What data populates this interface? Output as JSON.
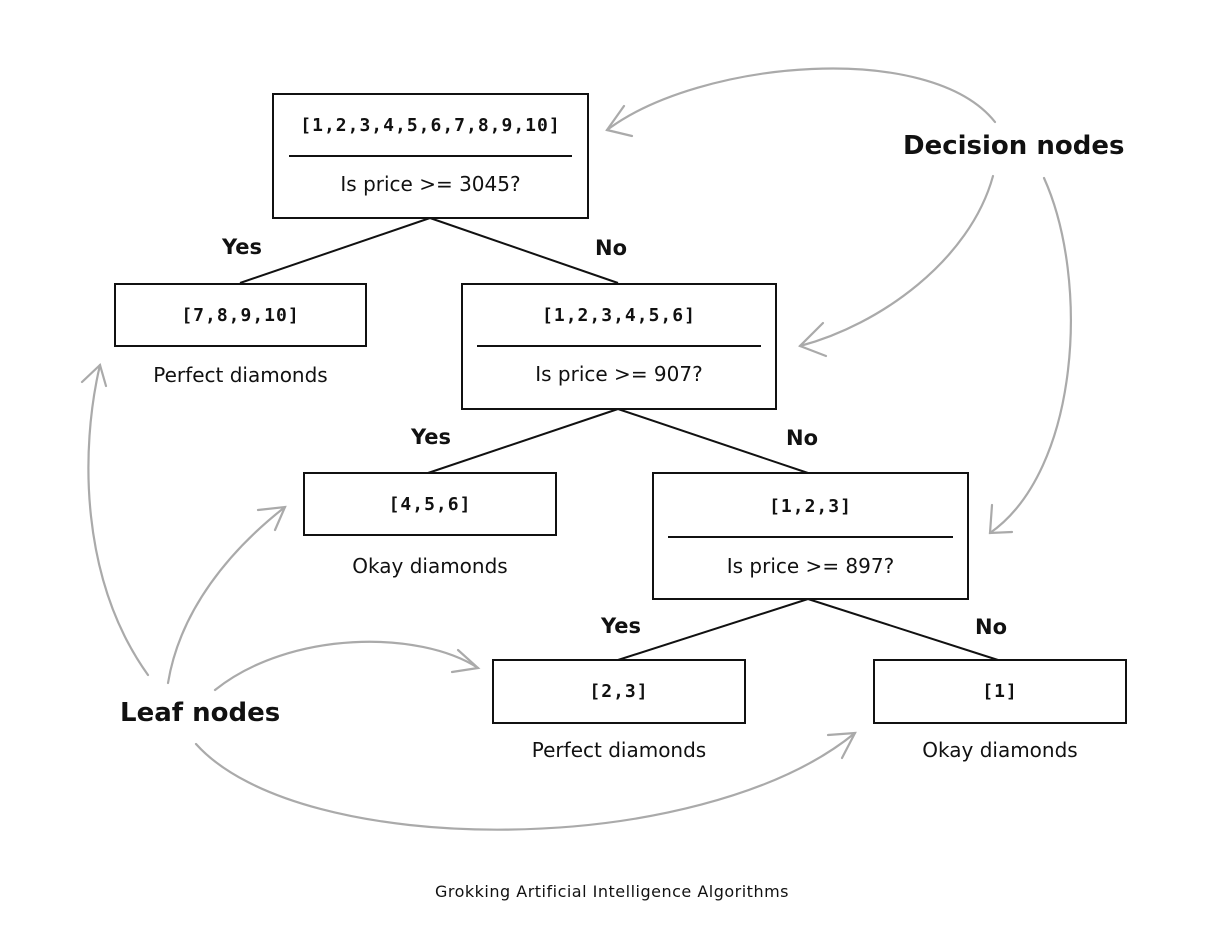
{
  "root": {
    "data": "[1,2,3,4,5,6,7,8,9,10]",
    "question": "Is price >= 3045?"
  },
  "node_yes1": {
    "data": "[7,8,9,10]",
    "label": "Perfect diamonds"
  },
  "node_no1": {
    "data": "[1,2,3,4,5,6]",
    "question": "Is price >= 907?"
  },
  "node_yes2": {
    "data": "[4,5,6]",
    "label": "Okay diamonds"
  },
  "node_no2": {
    "data": "[1,2,3]",
    "question": "Is price >= 897?"
  },
  "node_yes3": {
    "data": "[2,3]",
    "label": "Perfect diamonds"
  },
  "node_no3": {
    "data": "[1]",
    "label": "Okay diamonds"
  },
  "branches": {
    "yes": "Yes",
    "no": "No"
  },
  "callouts": {
    "decision": "Decision nodes",
    "leaf": "Leaf nodes"
  },
  "footer": "Grokking Artificial Intelligence Algorithms",
  "colors": {
    "ink": "#111111",
    "arrow": "#aaaaaa",
    "background": "#ffffff"
  }
}
